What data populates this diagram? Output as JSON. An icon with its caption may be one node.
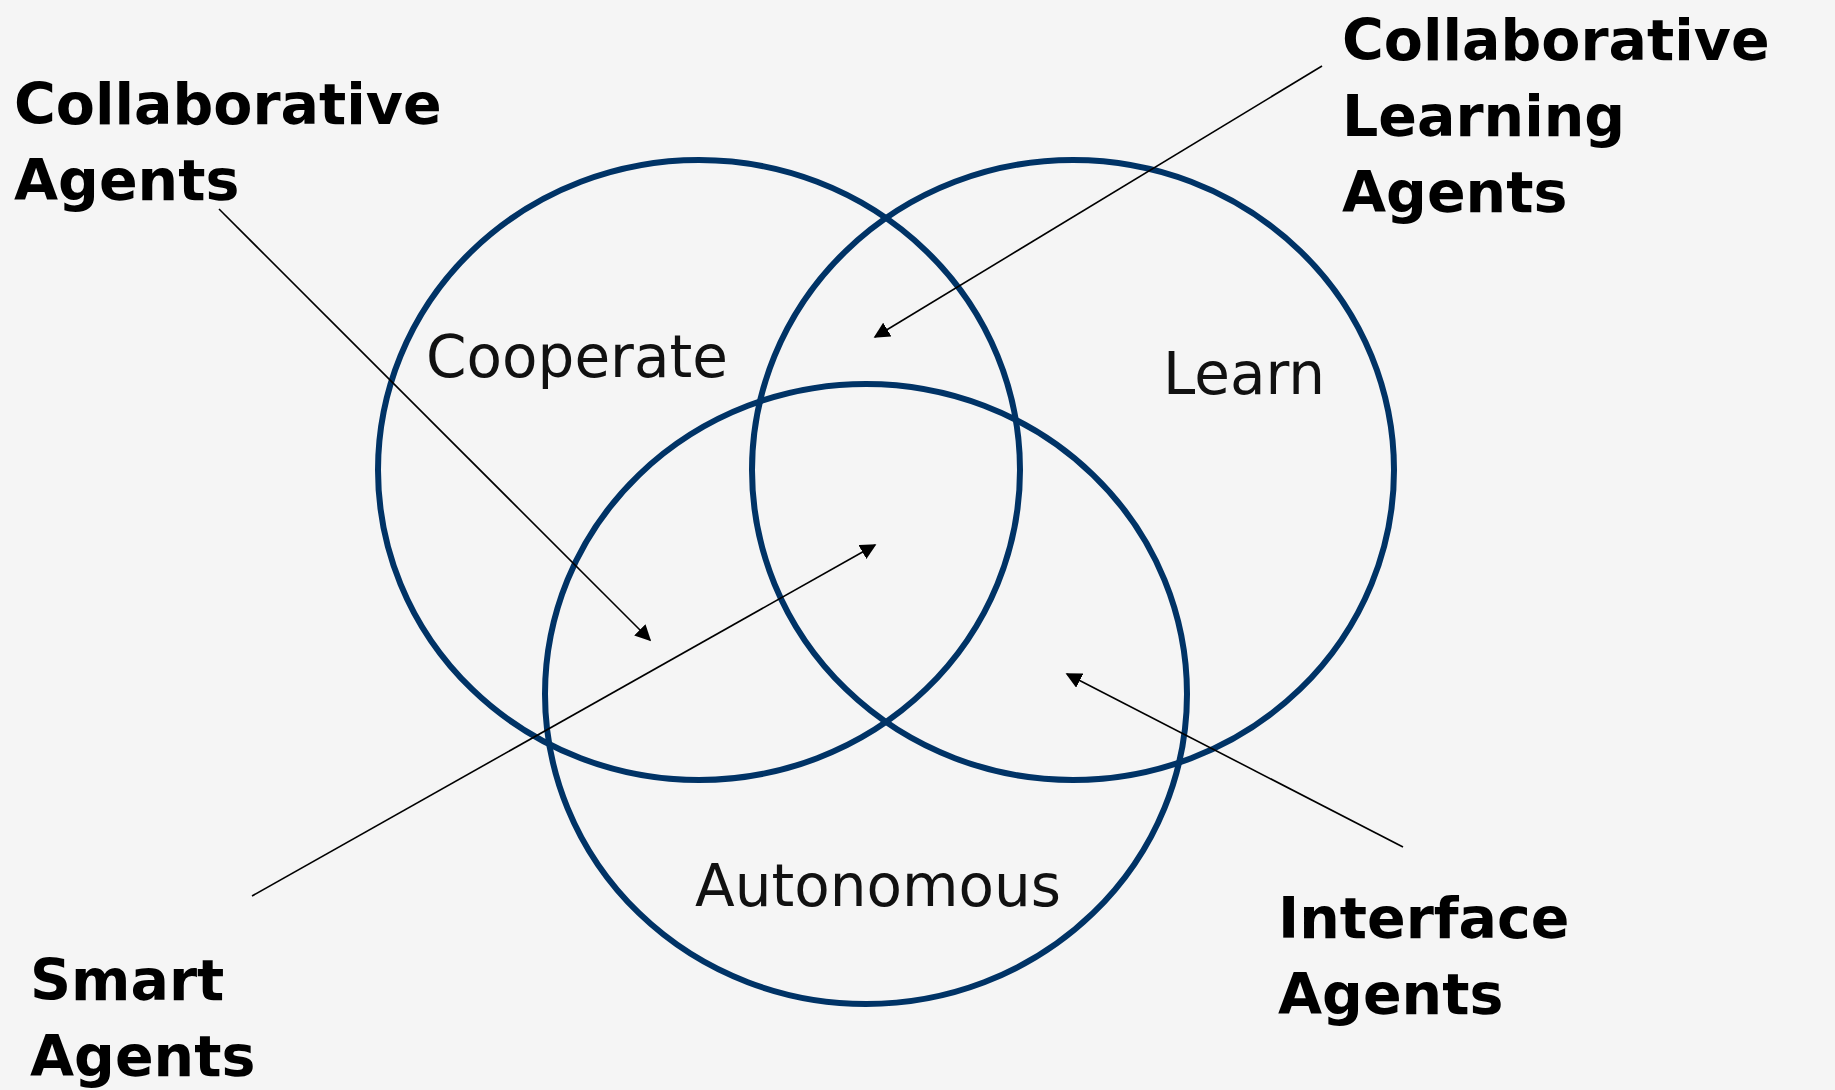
{
  "diagram": {
    "nodes": [
      {
        "text": [
          "Collaborative Agents"
        ]
      },
      {
        "text": [
          "Collaborative Learning Agents"
        ]
      },
      {
        "text": [
          "Cooperate"
        ]
      },
      {
        "text": [
          "Learn"
        ]
      },
      {
        "text": [
          "Autonomous"
        ]
      },
      {
        "text": [
          "Interface Agents"
        ]
      },
      {
        "text": [
          "Smart Agents"
        ]
      }
    ],
    "edges": [
      {
        "from": 0,
        "to": 2,
        "arrow": "to"
      },
      {
        "from": 1,
        "to": 2,
        "arrow": "to"
      },
      {
        "from": 6,
        "to": 2,
        "arrow": "to"
      },
      {
        "from": 5,
        "to": 3,
        "arrow": "to"
      }
    ]
  }
}
